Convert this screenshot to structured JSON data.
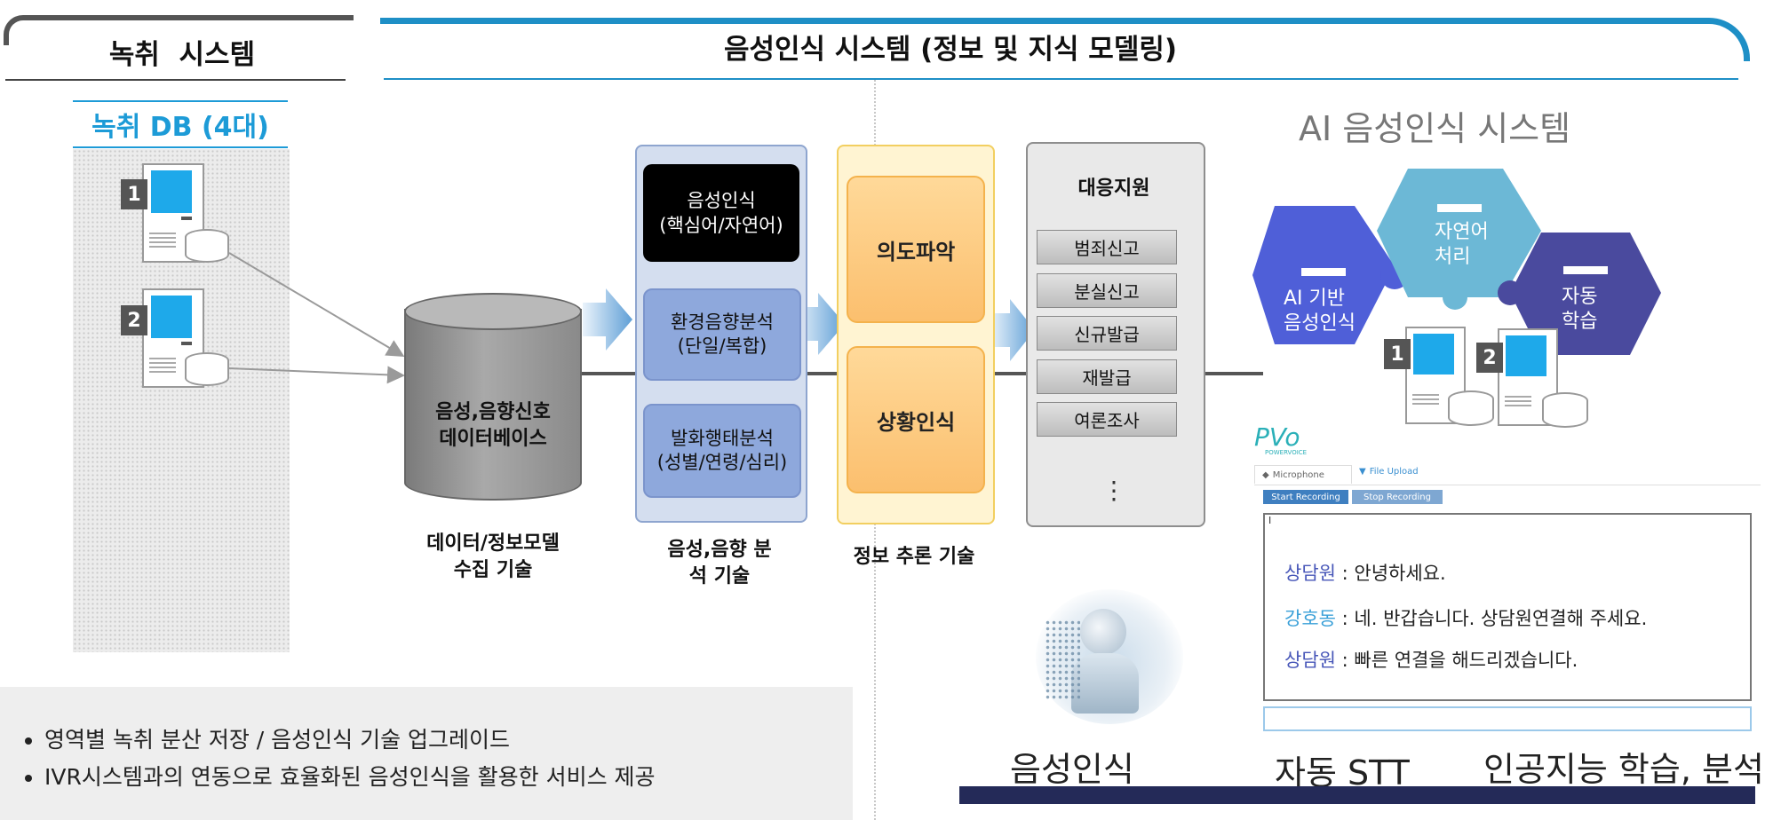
{
  "header": {
    "left_title": "녹취  시스템",
    "right_title": "음성인식 시스템 (정보 및 지식 모델링)"
  },
  "recording": {
    "db_title": "녹취 DB (4대)",
    "servers": [
      {
        "badge": "1"
      },
      {
        "badge": "2"
      }
    ]
  },
  "database": {
    "label_line1": "음성,음향신호",
    "label_line2": "데이터베이스",
    "caption_line1": "데이터/정보모델",
    "caption_line2": "수집 기술"
  },
  "analysis": {
    "boxes": [
      {
        "line1": "음성인식",
        "line2": "(핵심어/자연어)"
      },
      {
        "line1": "환경음향분석",
        "line2": "(단일/복합)"
      },
      {
        "line1": "발화행태분석",
        "line2": "(성별/연령/심리)"
      }
    ],
    "caption_line1": "음성,음향 분",
    "caption_line2": "석 기술"
  },
  "inference": {
    "boxes": [
      "의도파악",
      "상황인식"
    ],
    "caption": "정보 추론 기술"
  },
  "response": {
    "title": "대응지원",
    "items": [
      "범죄신고",
      "분실신고",
      "신규발급",
      "재발급",
      "여론조사"
    ],
    "more": "⋮"
  },
  "ai_system": {
    "title": "AI 음성인식 시스템",
    "pieces": [
      {
        "line1": "AI 기반",
        "line2": "음성인식",
        "color": "#4f5fd8"
      },
      {
        "line1": "자연어",
        "line2": "처리",
        "color": "#6cb8d6"
      },
      {
        "line1": "자동",
        "line2": "학습",
        "color": "#4a4a9e"
      }
    ],
    "servers": [
      {
        "badge": "1"
      },
      {
        "badge": "2"
      }
    ]
  },
  "stt_app": {
    "logo": "PVo",
    "logo_sub": "POWERVOICE",
    "tabs": [
      "Microphone",
      "File Upload"
    ],
    "buttons": [
      "Start Recording",
      "Stop Recording"
    ],
    "cursor": "I",
    "dialog": [
      {
        "speaker": "상담원",
        "text": " : 안녕하세요.",
        "color": "#4756b8"
      },
      {
        "speaker": "강호동",
        "text": " : 네. 반갑습니다. 상담원연결해 주세요.",
        "color": "#3aa0d8"
      },
      {
        "speaker": "상담원",
        "text": " : 빠른 연결을 해드리겠습니다.",
        "color": "#4756b8"
      }
    ]
  },
  "bottom_captions": [
    "음성인식",
    "자동 STT",
    "인공지능 학습, 분석"
  ],
  "notes": [
    "영역별 녹취 분산 저장 / 음성인식 기술 업그레이드",
    "IVR시스템과의 연동으로 효율화된 음성인식을 활용한 서비스 제공"
  ]
}
